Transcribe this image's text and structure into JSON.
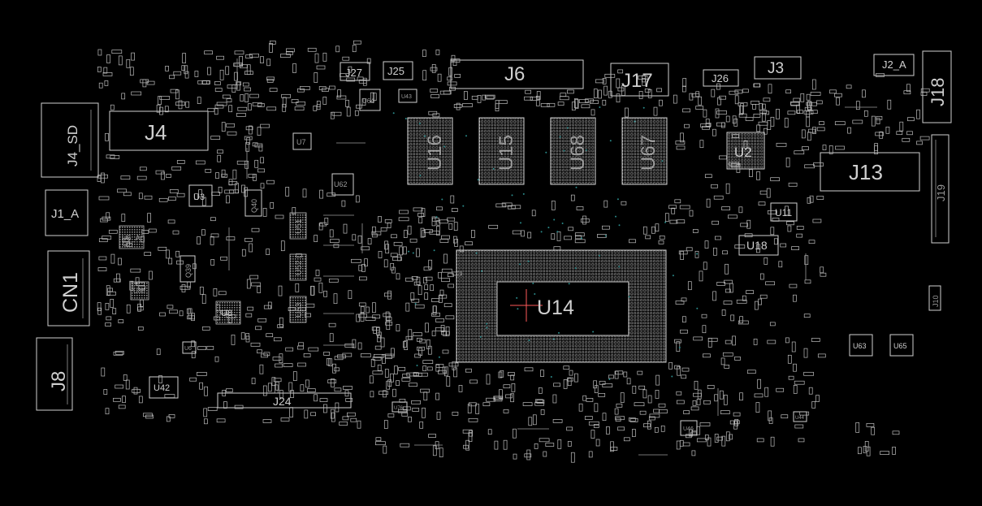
{
  "board": {
    "background_color": "#000000",
    "outline_color": "#cfcfcf",
    "marker_color": "#ff5a5a",
    "via_color": "#2a8a8a"
  },
  "connectors": {
    "J4_SD": "J4_SD",
    "J4": "J4",
    "J1_A": "J1_A",
    "CN1": "CN1",
    "J8": "J8",
    "J24": "J24",
    "J27": "J27",
    "J25": "J25",
    "J6": "J6",
    "J17": "J17",
    "J26": "J26",
    "J3": "J3",
    "J2_A": "J2_A",
    "J18": "J18",
    "J13": "J13",
    "J19": "J19",
    "J10": "J10"
  },
  "chips": {
    "U14": "U14",
    "U16": "U16",
    "U15": "U15",
    "U68": "U68",
    "U67": "U67",
    "U2": "U2",
    "U11": "U11",
    "U18": "U18",
    "U3": "U3",
    "U7": "U7",
    "U62": "U62",
    "U64": "U64",
    "U43": "U43",
    "U51": "U51",
    "U52": "U52",
    "U53": "U53",
    "U8": "U8",
    "U88": "U88",
    "U42": "U42",
    "U63": "U63",
    "U65": "U65",
    "U6": "U6",
    "U76": "U76",
    "U46": "U46",
    "U44": "U44",
    "U5A": "U5_A",
    "Q40": "Q40",
    "Q39": "Q39"
  }
}
